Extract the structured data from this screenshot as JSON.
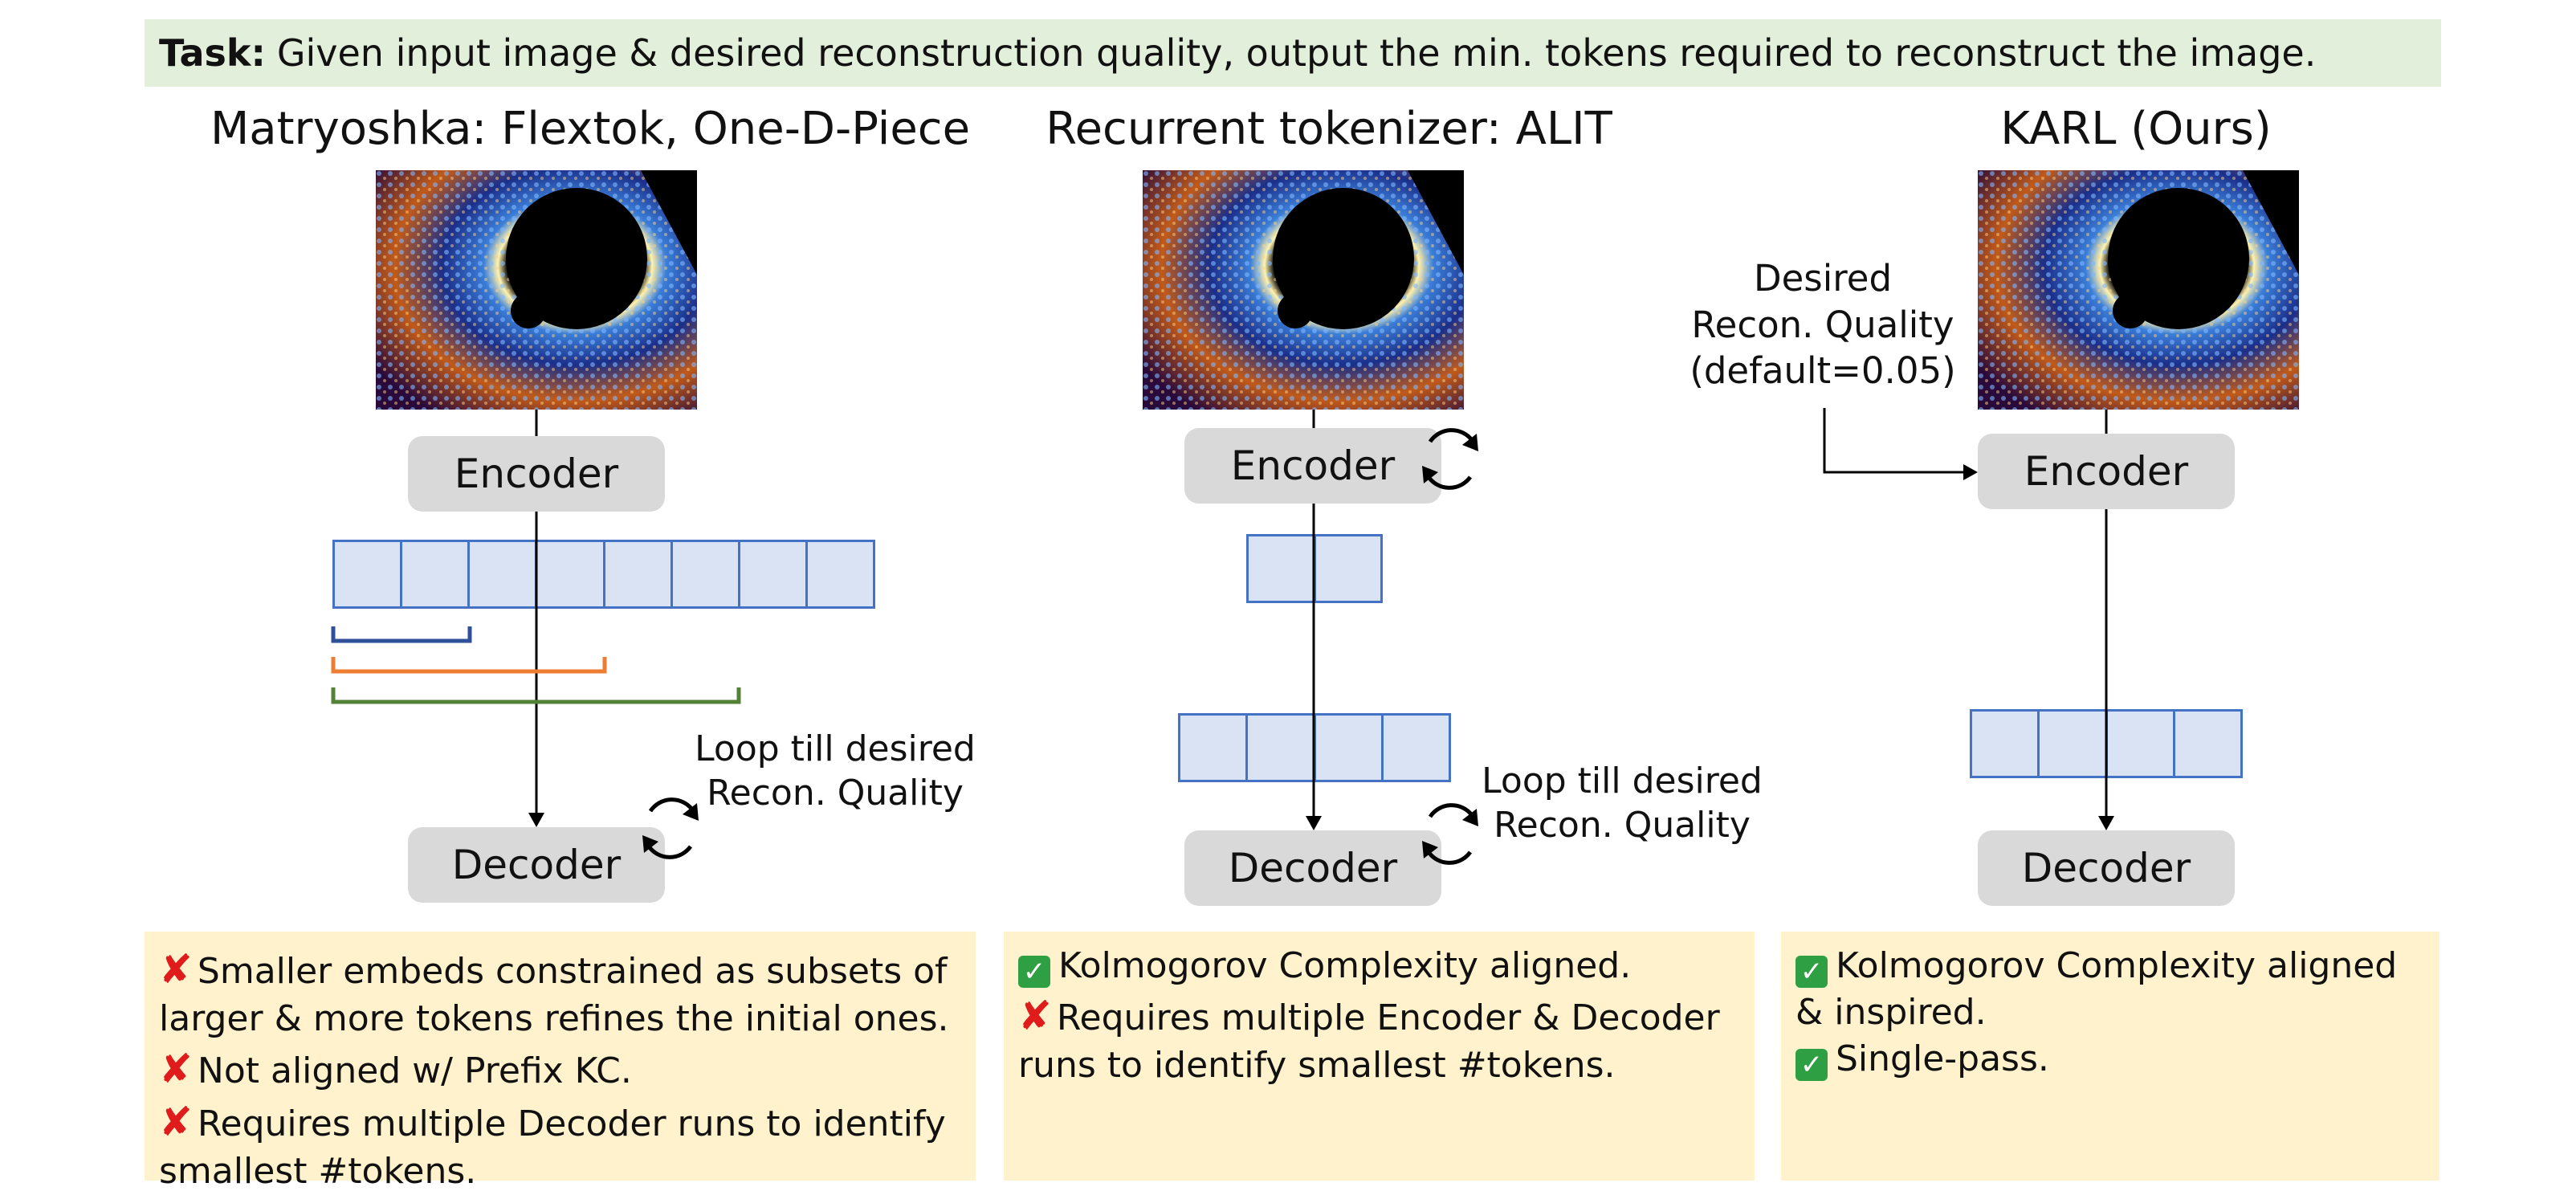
{
  "task": {
    "bold": "Task:",
    "text": "Given input image & desired reconstruction quality, output the min. tokens required to reconstruct the image."
  },
  "columns": [
    {
      "title": "Matryoshka: Flextok, One-D-Piece",
      "encoder": "Encoder",
      "decoder": "Decoder",
      "loop_line1": "Loop till desired",
      "loop_line2": "Recon. Quality",
      "notes": [
        {
          "mark": "x",
          "text": "Smaller embeds constrained as subsets of"
        },
        {
          "mark": "",
          "text": "larger & more tokens refines the initial ones."
        },
        {
          "mark": "x",
          "text": "Not aligned w/ Prefix KC."
        },
        {
          "mark": "x",
          "text": "Requires multiple Decoder runs to identify"
        },
        {
          "mark": "",
          "text": "smallest #tokens."
        }
      ]
    },
    {
      "title": "Recurrent tokenizer: ALIT",
      "encoder": "Encoder",
      "decoder": "Decoder",
      "loop_line1": "Loop till desired",
      "loop_line2": "Recon. Quality",
      "notes": [
        {
          "mark": "check",
          "text": "Kolmogorov Complexity aligned."
        },
        {
          "mark": "x",
          "text": "Requires multiple Encoder & Decoder"
        },
        {
          "mark": "",
          "text": "runs to identify smallest #tokens."
        }
      ]
    },
    {
      "title": "KARL (Ours)",
      "encoder": "Encoder",
      "decoder": "Decoder",
      "quality_line1": "Desired",
      "quality_line2": "Recon. Quality",
      "quality_line3": "(default=0.05)",
      "notes": [
        {
          "mark": "check",
          "text": "Kolmogorov Complexity aligned"
        },
        {
          "mark": "",
          "text": "& inspired."
        },
        {
          "mark": "check",
          "text": "Single-pass."
        }
      ]
    }
  ],
  "colors": {
    "task_bg": "#e2efda",
    "note_bg": "#fff2cc",
    "token_fill": "#dae3f3",
    "token_border": "#4472c4",
    "box_fill": "#d9d9d9",
    "bracket_blue": "#2f4f9a",
    "bracket_orange": "#ed7d31",
    "bracket_green": "#548235",
    "x_mark": "#e01b1b",
    "check_mark": "#2ea043"
  }
}
